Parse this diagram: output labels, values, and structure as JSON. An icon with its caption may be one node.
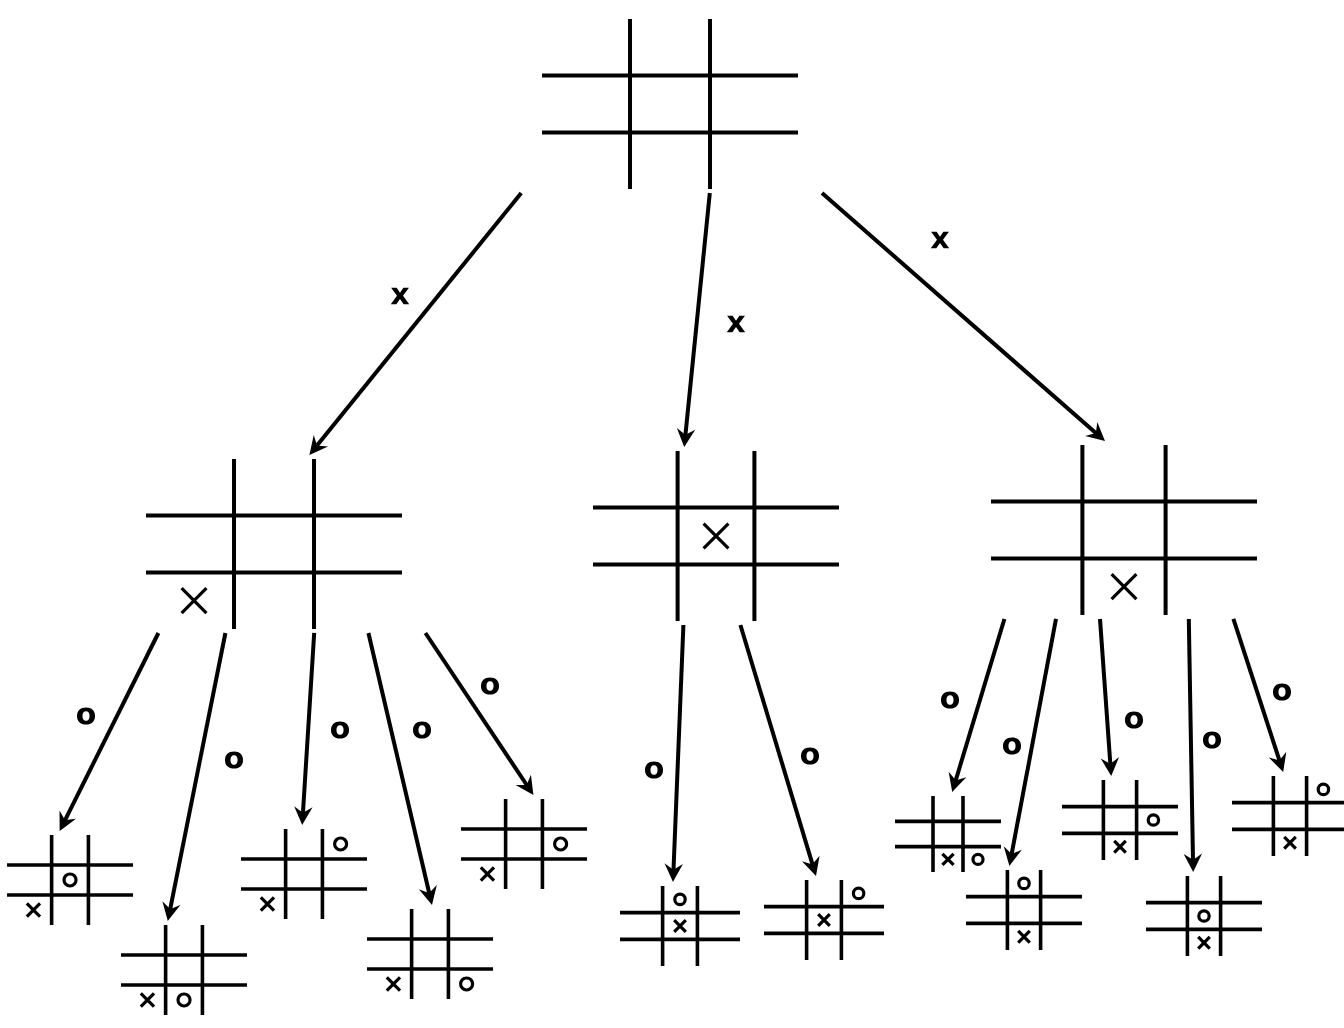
{
  "diagram": {
    "nodes": [
      {
        "text": [],
        "shape": "picture"
      },
      {
        "text": [],
        "shape": "picture"
      },
      {
        "text": [],
        "shape": "picture"
      },
      {
        "text": [],
        "shape": "picture"
      },
      {
        "text": [],
        "shape": "picture"
      },
      {
        "text": [],
        "shape": "picture"
      },
      {
        "text": [],
        "shape": "picture"
      },
      {
        "text": [],
        "shape": "picture"
      },
      {
        "text": [],
        "shape": "picture"
      },
      {
        "text": [],
        "shape": "picture"
      },
      {
        "text": [],
        "shape": "picture"
      },
      {
        "text": [],
        "shape": "picture"
      },
      {
        "text": [],
        "shape": "picture"
      },
      {
        "text": [],
        "shape": "picture"
      },
      {
        "text": [],
        "shape": "picture"
      },
      {
        "text": [],
        "shape": "picture"
      }
    ],
    "edges": [
      {
        "from": 0,
        "to": 1,
        "arrow": "to",
        "label": "x"
      },
      {
        "from": 0,
        "to": 2,
        "arrow": "to",
        "label": "x"
      },
      {
        "from": 0,
        "to": 3,
        "arrow": "to",
        "label": "x"
      },
      {
        "from": 1,
        "to": 4,
        "arrow": "to",
        "label": "o"
      },
      {
        "from": 1,
        "to": 5,
        "arrow": "to",
        "label": "o"
      },
      {
        "from": 1,
        "to": 6,
        "arrow": "to",
        "label": "o"
      },
      {
        "from": 1,
        "to": 7,
        "arrow": "to",
        "label": "o"
      },
      {
        "from": 1,
        "to": 8,
        "arrow": "to",
        "label": "o"
      },
      {
        "from": 2,
        "to": 9,
        "arrow": "to",
        "label": "o"
      },
      {
        "from": 2,
        "to": 10,
        "arrow": "to",
        "label": "o"
      },
      {
        "from": 3,
        "to": 11,
        "arrow": "to",
        "label": "o"
      },
      {
        "from": 3,
        "to": 12,
        "arrow": "to",
        "label": "o"
      },
      {
        "from": 3,
        "to": 13,
        "arrow": "to",
        "label": "o"
      },
      {
        "from": 3,
        "to": 14,
        "arrow": "to",
        "label": "o"
      },
      {
        "from": 3,
        "to": 15,
        "arrow": "to",
        "label": "o"
      }
    ]
  }
}
